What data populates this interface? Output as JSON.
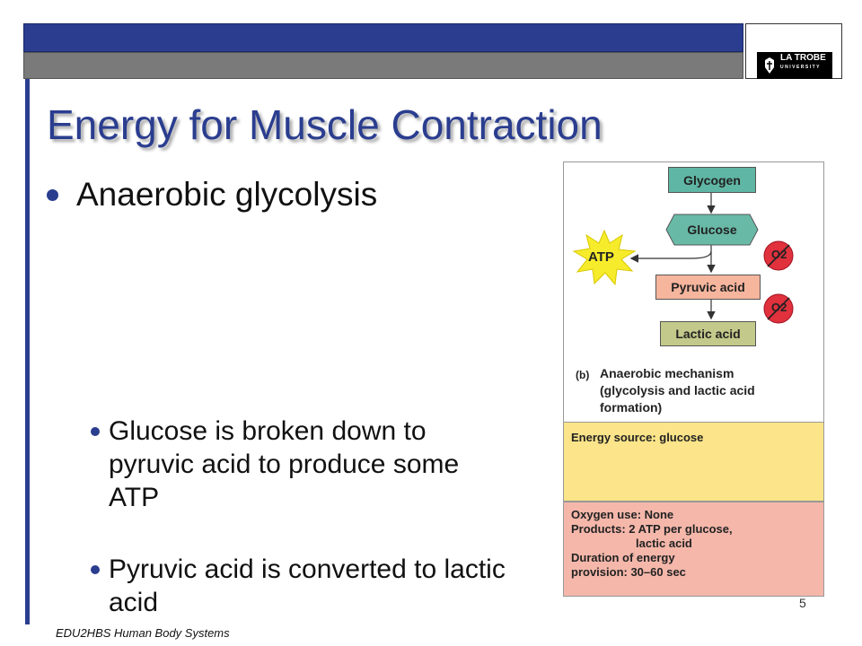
{
  "header": {
    "logo_text": "LA TROBE",
    "logo_subtext": "UNIVERSITY",
    "colors": {
      "top_bar": "#2a3d8f",
      "bottom_bar": "#7a7a7a"
    }
  },
  "slide": {
    "title": "Energy for Muscle Contraction",
    "bullet": "Anaerobic glycolysis",
    "sub_bullets": [
      "Glucose is broken down to pyruvic acid to produce some ATP",
      "Pyruvic acid is converted to lactic acid"
    ]
  },
  "figure": {
    "glycogen": "Glycogen",
    "glucose": "Glucose",
    "atp": "ATP",
    "pyruvic_acid": "Pyruvic acid",
    "lactic_acid": "Lactic acid",
    "oxygen": "O2",
    "caption_label": "(b)",
    "caption": "Anaerobic mechanism (glycolysis and lactic acid formation)",
    "energy_source": "Energy source: glucose",
    "oxygen_use": "Oxygen use: None",
    "products_line1": "Products: 2 ATP per glucose,",
    "products_line2": "lactic acid",
    "duration_line1": "Duration of energy",
    "duration_line2": "provision: 30–60 sec"
  },
  "footer": {
    "course": "EDU2HBS  Human Body Systems",
    "page_number": "5"
  }
}
